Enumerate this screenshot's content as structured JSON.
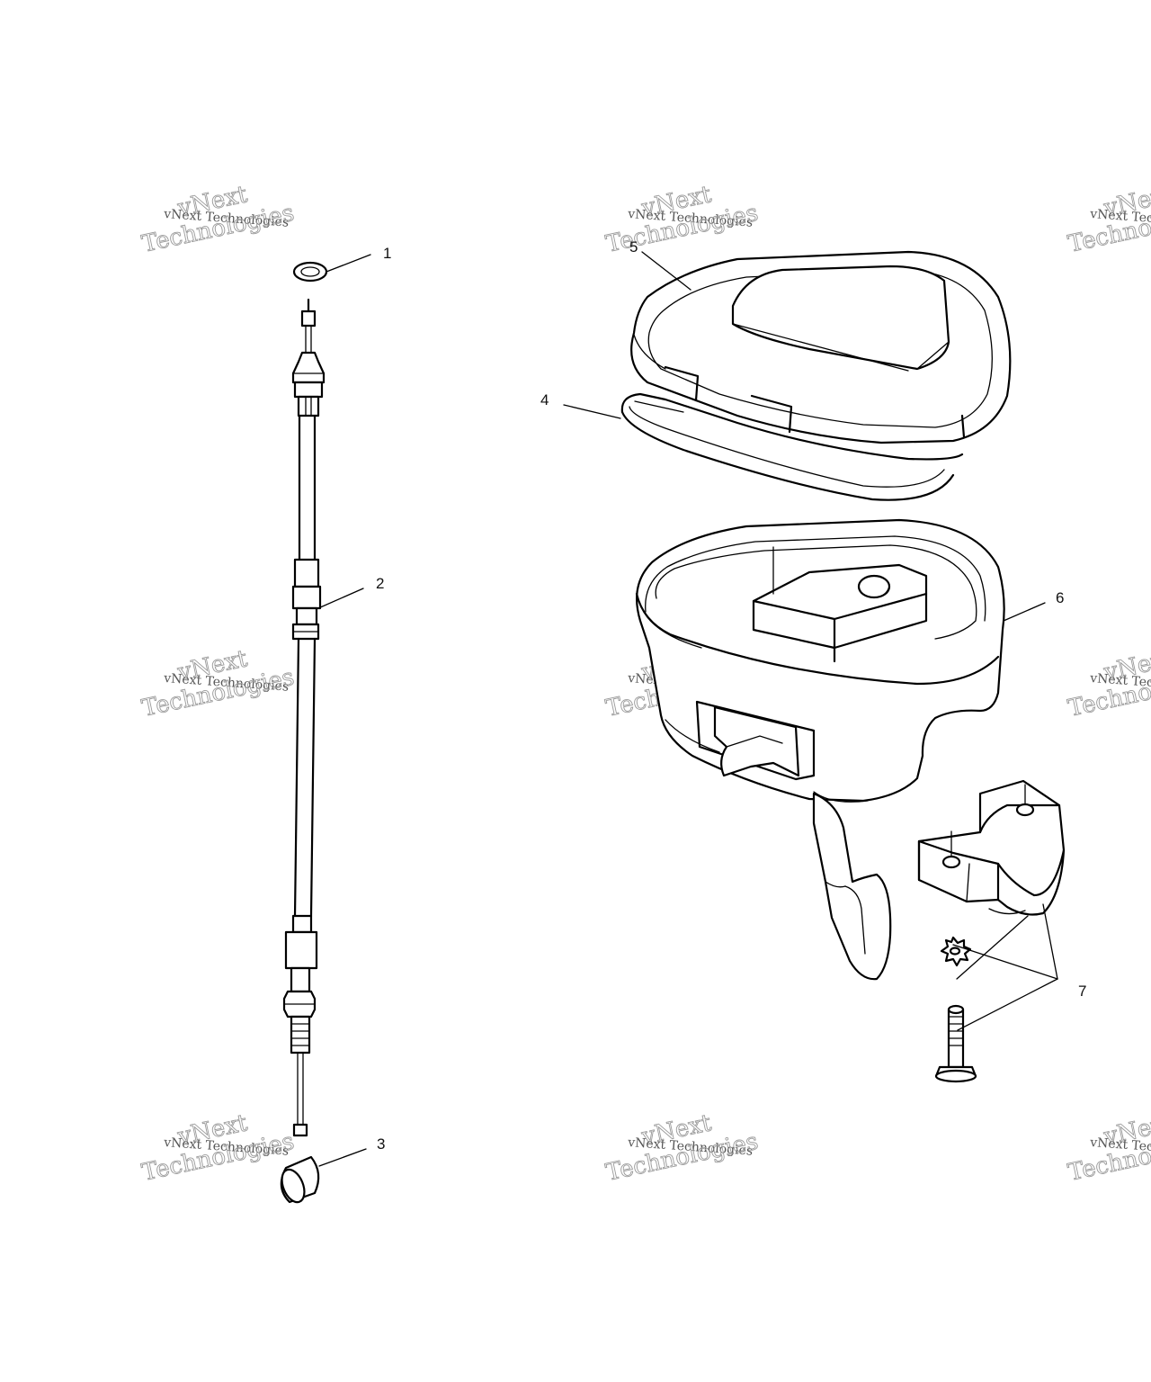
{
  "callouts": [
    {
      "id": "1",
      "label": "1"
    },
    {
      "id": "2",
      "label": "2"
    },
    {
      "id": "3",
      "label": "3"
    },
    {
      "id": "4",
      "label": "4"
    },
    {
      "id": "5",
      "label": "5"
    },
    {
      "id": "6",
      "label": "6"
    },
    {
      "id": "7",
      "label": "7"
    }
  ],
  "watermark": {
    "line1": "vNext",
    "line2": "vNext Technologies",
    "line3": "Technologies"
  }
}
